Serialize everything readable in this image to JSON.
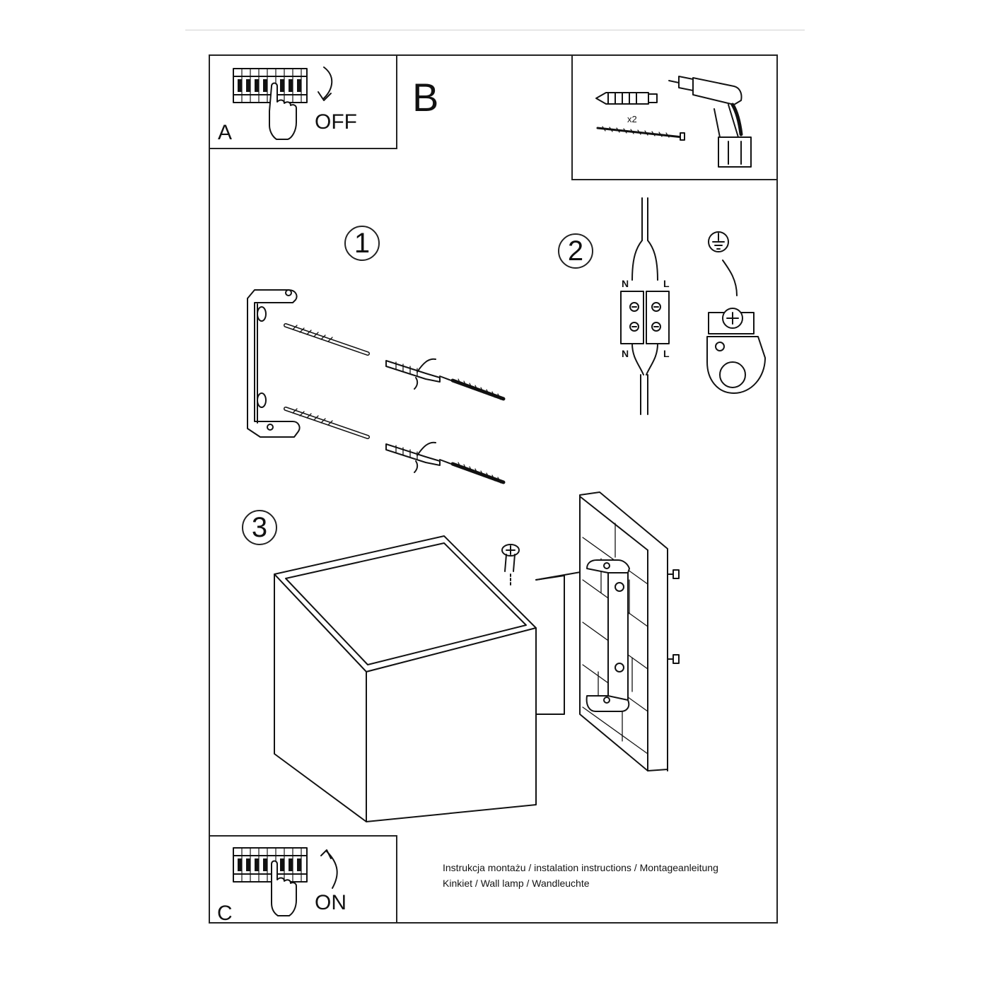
{
  "panels": {
    "a": {
      "letter": "A",
      "state": "OFF"
    },
    "b": {
      "letter": "B"
    },
    "c": {
      "letter": "C",
      "state": "ON"
    }
  },
  "tools": {
    "quantity": "x2"
  },
  "steps": [
    "1",
    "2",
    "3"
  ],
  "wiring": {
    "neutral": "N",
    "live": "L"
  },
  "caption": {
    "line1": "Instrukcja montażu / instalation instructions / Montageanleitung",
    "line2": "Kinkiet / Wall lamp / Wandleuchte"
  }
}
